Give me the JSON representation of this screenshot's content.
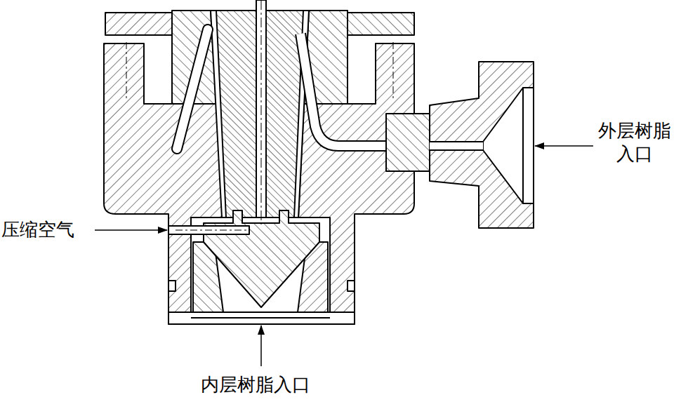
{
  "diagram": {
    "labels": [
      "外层树脂入口",
      "压缩空气",
      "内层树脂入口"
    ]
  }
}
